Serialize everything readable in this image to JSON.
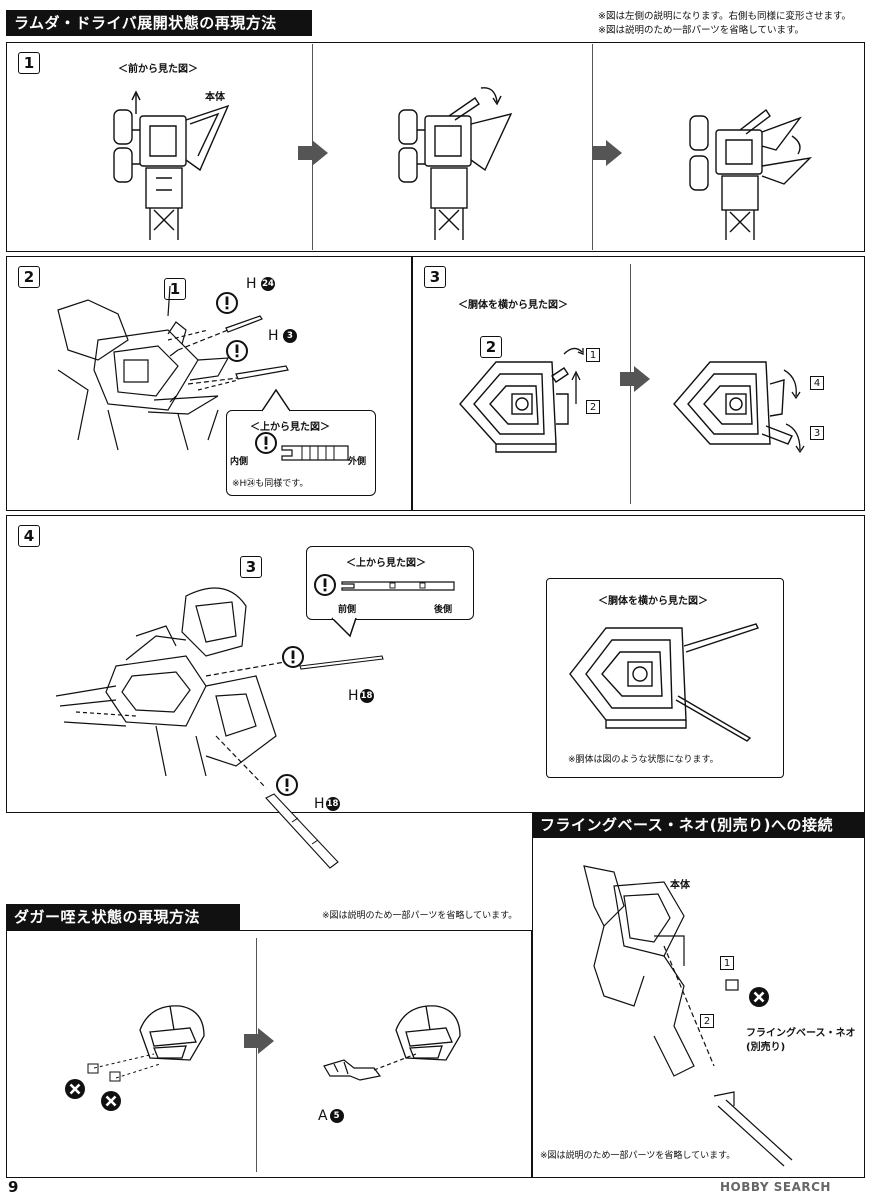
{
  "sec1": {
    "title": "ラムダ・ドライバ展開状態の再現方法",
    "note1": "※図は左側の説明になります。右側も同様に変形させます。",
    "note2": "※図は説明のため一部パーツを省略しています。"
  },
  "step1": {
    "num": "1",
    "view": "＜前から見た図＞",
    "body_label": "本体"
  },
  "step2": {
    "num": "2",
    "ref": "1",
    "part_a_letter": "H",
    "part_a_num": "24",
    "part_b_letter": "H",
    "part_b_num": "3",
    "callout_title": "＜上から見た図＞",
    "inner": "内側",
    "outer": "外側",
    "callout_note": "※H㉔も同様です。"
  },
  "step3": {
    "num": "3",
    "ref": "2",
    "view": "＜胴体を横から見た図＞",
    "a1": "1",
    "a2": "2",
    "b1": "4",
    "b2": "3"
  },
  "step4": {
    "num": "4",
    "ref": "3",
    "callout_title": "＜上から見た図＞",
    "front": "前側",
    "back": "後側",
    "part_letter": "H",
    "part_num": "18",
    "part2_letter": "H",
    "part2_num": "18",
    "side_title": "＜胴体を横から見た図＞",
    "side_note": "※胴体は図のような状態になります。"
  },
  "sec2": {
    "title": "フライングベース・ネオ(別売り)への接続",
    "body_label": "本体",
    "n1": "1",
    "n2": "2",
    "base_label1": "フライングベース・ネオ",
    "base_label2": "(別売り)",
    "note": "※図は説明のため一部パーツを省略しています。"
  },
  "sec3": {
    "title": "ダガー咥え状態の再現方法",
    "note": "※図は説明のため一部パーツを省略しています。",
    "part_letter": "A",
    "part_num": "5"
  },
  "page_number": "9",
  "watermark": "HOBBY SEARCH"
}
